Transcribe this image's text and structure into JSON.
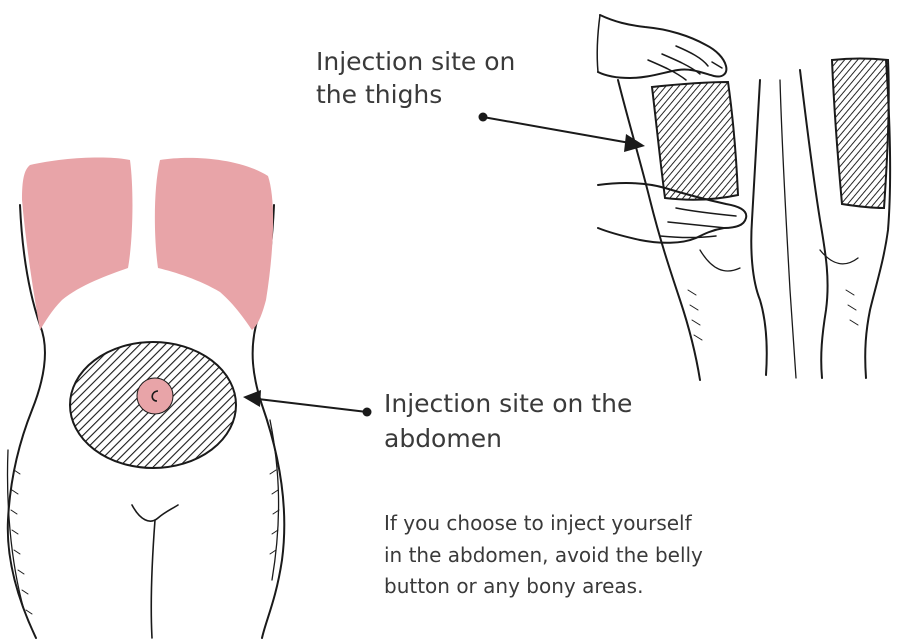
{
  "labels": {
    "thigh": [
      "Injection site on",
      "the thighs"
    ],
    "abdomen": [
      "Injection site on the",
      "abdomen"
    ],
    "note": [
      "If you choose to inject yourself",
      "in the abdomen, avoid the belly",
      "button or  any bony areas."
    ]
  },
  "colors": {
    "ink": "#1a1a1a",
    "text": "#3a3a3a",
    "highlight": "#e8a4a8",
    "background": "#ffffff"
  }
}
